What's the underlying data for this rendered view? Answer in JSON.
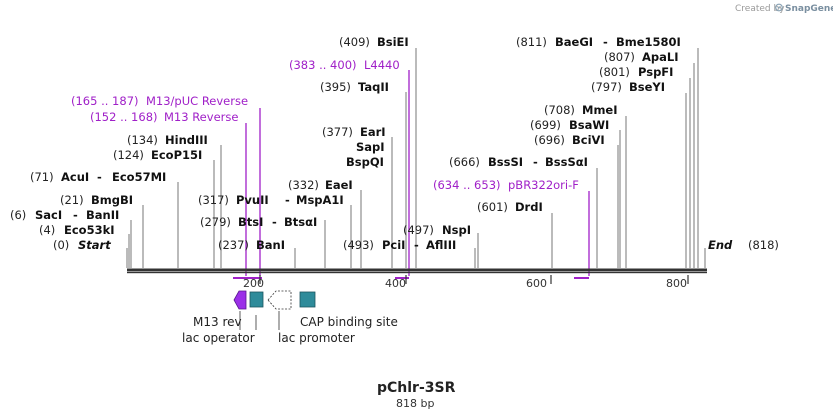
{
  "credit": {
    "prefix": "Created by",
    "brand": "SnapGene"
  },
  "plasmid": {
    "name": "pChlr-3SR",
    "size": "818 bp"
  },
  "ticks": [
    "200",
    "400",
    "600",
    "800"
  ],
  "ends": {
    "start": "Start",
    "start_pos": "(0)",
    "end": "End",
    "end_pos": "(818)"
  },
  "enzymes": [
    {
      "id": "bsiei",
      "pos": "(409)",
      "name": "BsiEI"
    },
    {
      "id": "taqii",
      "pos": "(395)",
      "name": "TaqII"
    },
    {
      "id": "hindiii",
      "pos": "(134)",
      "name": "HindIII"
    },
    {
      "id": "ecop15i",
      "pos": "(124)",
      "name": "EcoP15I"
    },
    {
      "id": "acui",
      "pos": "(71)",
      "name": "AcuI",
      "name2": "Eco57MI"
    },
    {
      "id": "bmgbi",
      "pos": "(21)",
      "name": "BmgBI"
    },
    {
      "id": "saci",
      "pos": "(6)",
      "name": "SacI",
      "name2": "BanII"
    },
    {
      "id": "eco53ki",
      "pos": "(4)",
      "name": "Eco53kI"
    },
    {
      "id": "eari",
      "pos": "(377)",
      "name": "EarI"
    },
    {
      "id": "sapi",
      "pos": "",
      "name": "SapI"
    },
    {
      "id": "bspqi",
      "pos": "",
      "name": "BspQI"
    },
    {
      "id": "eaei",
      "pos": "(332)",
      "name": "EaeI"
    },
    {
      "id": "pvuii",
      "pos": "(317)",
      "name": "PvuII",
      "name2": "MspA1I"
    },
    {
      "id": "btsi",
      "pos": "(279)",
      "name": "BtsI",
      "name2": "BtsαI"
    },
    {
      "id": "bani",
      "pos": "(237)",
      "name": "BanI"
    },
    {
      "id": "pcii",
      "pos": "(493)",
      "name": "PciI",
      "name2": "AflIII"
    },
    {
      "id": "nspi",
      "pos": "(497)",
      "name": "NspI"
    },
    {
      "id": "baegi",
      "pos": "(811)",
      "name": "BaeGI",
      "name2": "Bme1580I"
    },
    {
      "id": "apali",
      "pos": "(807)",
      "name": "ApaLI"
    },
    {
      "id": "pspfi",
      "pos": "(801)",
      "name": "PspFI"
    },
    {
      "id": "bseyi",
      "pos": "(797)",
      "name": "BseYI"
    },
    {
      "id": "mmei",
      "pos": "(708)",
      "name": "MmeI"
    },
    {
      "id": "bsawi",
      "pos": "(699)",
      "name": "BsaWI"
    },
    {
      "id": "bcivi",
      "pos": "(696)",
      "name": "BciVI"
    },
    {
      "id": "bsssi",
      "pos": "(666)",
      "name": "BssSI",
      "name2": "BssSαI"
    },
    {
      "id": "drdi",
      "pos": "(601)",
      "name": "DrdI"
    }
  ],
  "primers": [
    {
      "id": "l4440",
      "range": "(383 .. 400)",
      "name": "L4440"
    },
    {
      "id": "m13puc",
      "range": "(165 .. 187)",
      "name": "M13/pUC Reverse"
    },
    {
      "id": "m13rev",
      "range": "(152 .. 168)",
      "name": "M13 Reverse"
    },
    {
      "id": "pbr322",
      "range": "(634 .. 653)",
      "name": "pBR322ori-F"
    }
  ],
  "features": [
    {
      "id": "m13rev-feat",
      "label": "M13 rev"
    },
    {
      "id": "lacop",
      "label": "lac operator"
    },
    {
      "id": "lacpro",
      "label": "lac promoter"
    },
    {
      "id": "cap",
      "label": "CAP binding site"
    }
  ],
  "colors": {
    "primer": "#a020c8",
    "operator": "#2e8b9a",
    "promoter": "#ffffff",
    "m13rev": "#9b30e8",
    "line": "#555555"
  }
}
